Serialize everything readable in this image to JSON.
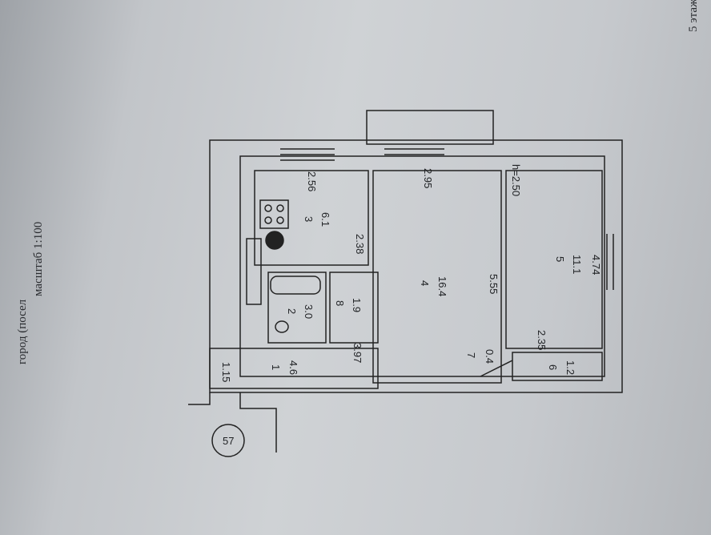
{
  "header": {
    "locality": "город (посел",
    "scale": "масштаб 1:100",
    "floor": "5 этаж"
  },
  "plan": {
    "apartment_number": "57",
    "rooms": [
      {
        "number": "1",
        "area": "4.6"
      },
      {
        "number": "2",
        "area": "3.0"
      },
      {
        "number": "3",
        "area": "6.1"
      },
      {
        "number": "4",
        "area": "16.4"
      },
      {
        "number": "5",
        "area": "11.1"
      },
      {
        "number": "6",
        "area": "1.2"
      },
      {
        "number": "7",
        "area": "0.4"
      },
      {
        "number": "8",
        "area": "1.9"
      }
    ],
    "dimensions": {
      "d1": "1.15",
      "d2": "3.97",
      "d3": "2.56",
      "d4": "2.38",
      "d5": "2.95",
      "d6": "5.55",
      "d7": "h=2.50",
      "d8": "4.74",
      "d9": "2.35"
    }
  }
}
